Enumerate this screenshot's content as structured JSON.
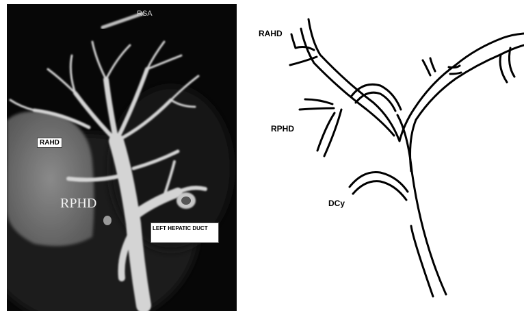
{
  "mri": {
    "label_rsa": "RSA",
    "label_rahd": "RAHD",
    "label_rphd": "RPHD",
    "label_left_hepatic_duct": "LEFT HEPATIC DUCT"
  },
  "diagram": {
    "label_rahd": "RAHD",
    "label_rphd": "RPHD",
    "label_dcy": "DCy"
  }
}
